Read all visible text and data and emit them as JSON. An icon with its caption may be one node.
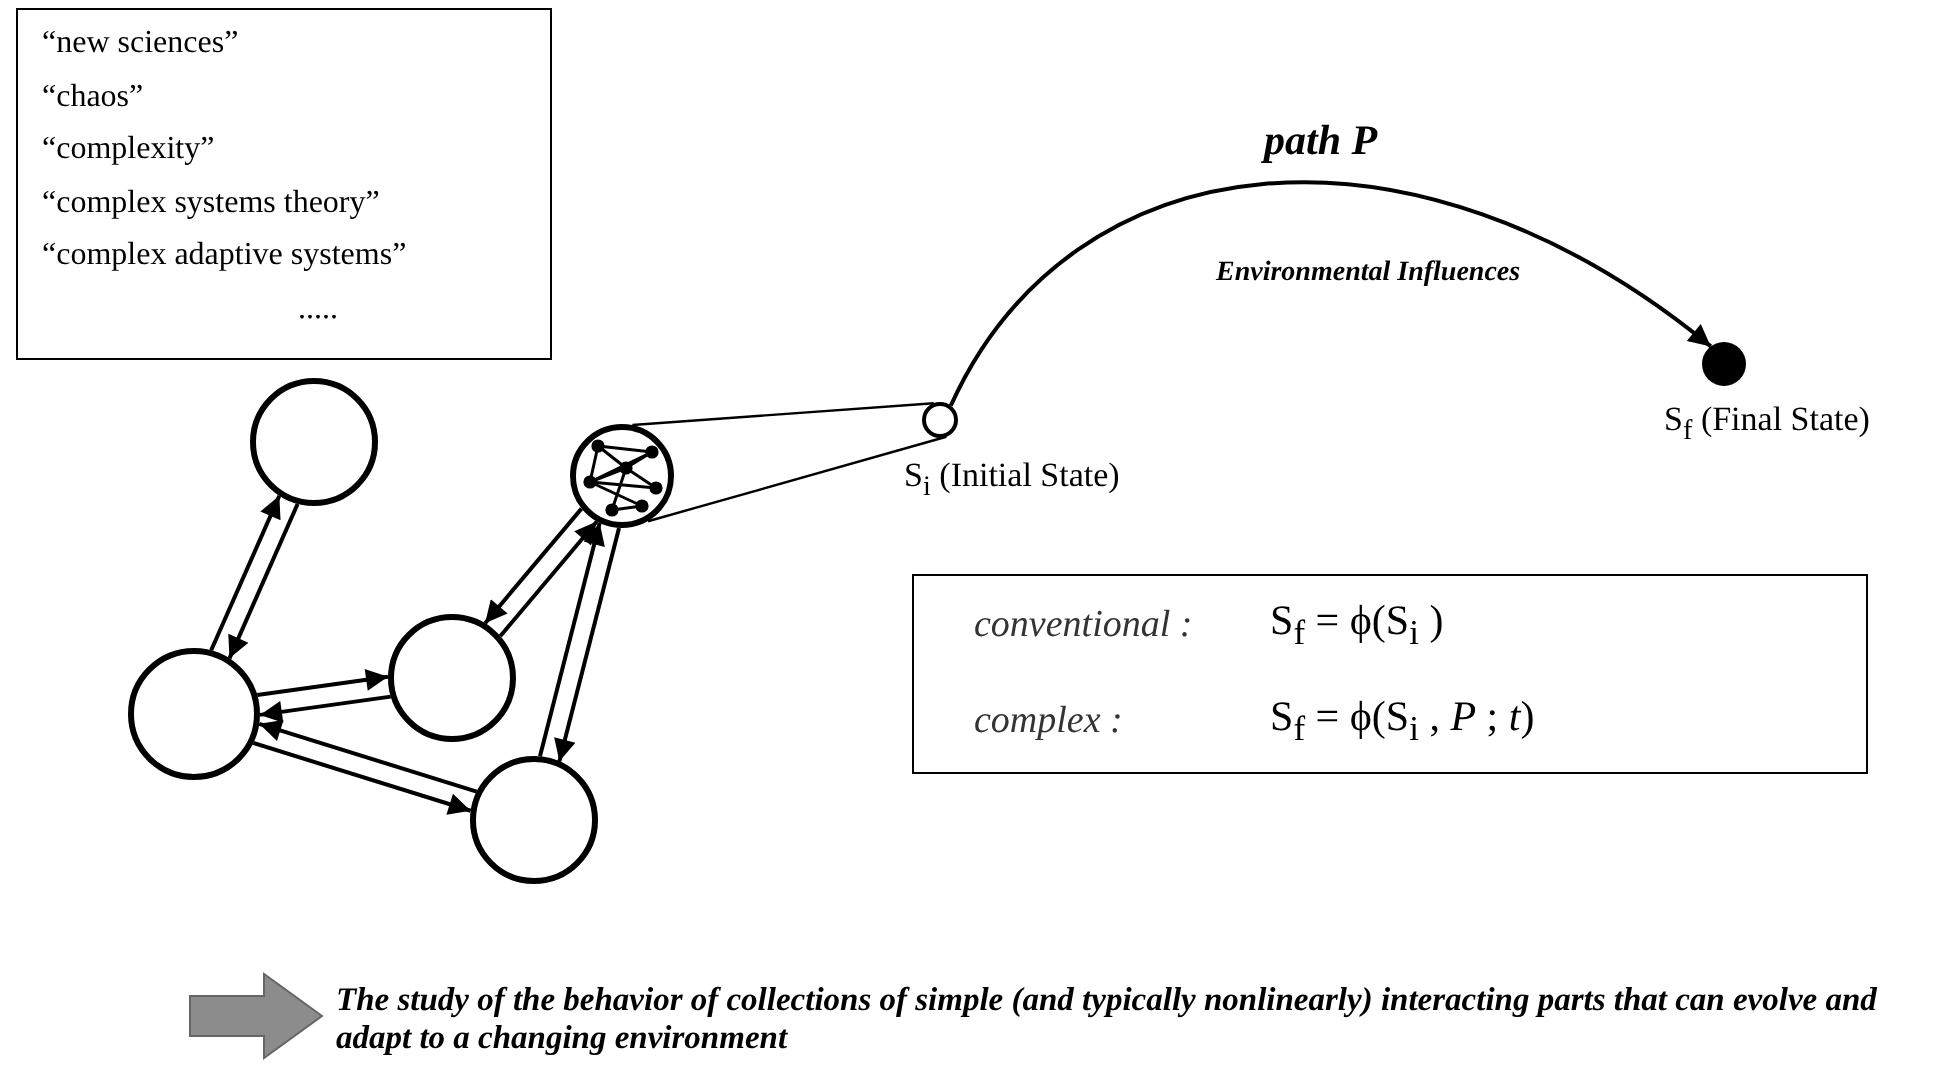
{
  "diagram": {
    "nodes": [
      {
        "text": [
          "“new sciences”",
          "“chaos”",
          "“complexity”",
          "“complex systems theory”",
          "“complex adaptive systems”",
          "....."
        ]
      },
      {
        "text": [],
        "shape": "circle"
      },
      {
        "text": [],
        "shape": "circle"
      },
      {
        "text": [],
        "shape": "circle"
      },
      {
        "text": [],
        "shape": "circle"
      },
      {
        "text": [],
        "shape": "circle"
      },
      {
        "text": [],
        "shape": "circle",
        "beside": [
          "S$_{i}$ (Initial State)"
        ]
      },
      {
        "text": [],
        "shape": "circle",
        "beside": [
          "S$_{f}$ (Final State)"
        ]
      },
      {
        "text": [
          "conventional :",
          "S$_{f}$ = ϕ(S$_{i}$ )",
          "complex :",
          "S$_{f}$ = ϕ(S$_{i}$ , *P* ; *t*)"
        ]
      }
    ],
    "edges": [
      {
        "from": 2,
        "to": 1,
        "arrow": "to"
      },
      {
        "from": 1,
        "to": 2,
        "arrow": "to"
      },
      {
        "from": 3,
        "to": 2,
        "arrow": "to"
      },
      {
        "from": 2,
        "to": 3,
        "arrow": "to"
      },
      {
        "from": 2,
        "to": 4,
        "arrow": "to"
      },
      {
        "from": 4,
        "to": 2,
        "arrow": "to"
      },
      {
        "from": 3,
        "to": 5,
        "arrow": "to"
      },
      {
        "from": 5,
        "to": 3,
        "arrow": "to"
      },
      {
        "from": 5,
        "to": 4,
        "arrow": "to"
      },
      {
        "from": 4,
        "to": 5,
        "arrow": "to"
      },
      {
        "from": 5,
        "to": 6,
        "arrow": "none"
      },
      {
        "from": 5,
        "to": 6,
        "arrow": "none"
      },
      {
        "from": 6,
        "to": 7,
        "arrow": "to",
        "label": "Environmental Influences"
      }
    ],
    "labels": [
      "path P",
      "The study of the behavior of collections of simple (and typically nonlinearly) interacting parts that can evolve and adapt to a changing environment"
    ]
  }
}
